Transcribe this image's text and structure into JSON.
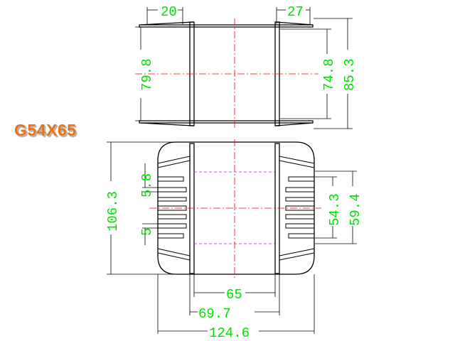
{
  "part_number": "G54X65",
  "top_view": {
    "dims": {
      "left_flange": "20",
      "right_flange": "27",
      "window_height": "79.8",
      "inner_height": "74.8",
      "overall_height": "85.3"
    }
  },
  "front_view": {
    "dims": {
      "pin_pitch_top": "5.8",
      "pin_pitch_bottom": "5",
      "overall_height": "106.3",
      "pin_span_inner": "54.3",
      "pin_span_outer": "59.4",
      "core_width": "65",
      "bobbin_width": "69.7",
      "overall_width": "124.6"
    }
  },
  "colors": {
    "dimension_text": "#00e000",
    "center_line": "#ff0000",
    "hidden_line": "#e000e0",
    "label": "#e8731a"
  }
}
